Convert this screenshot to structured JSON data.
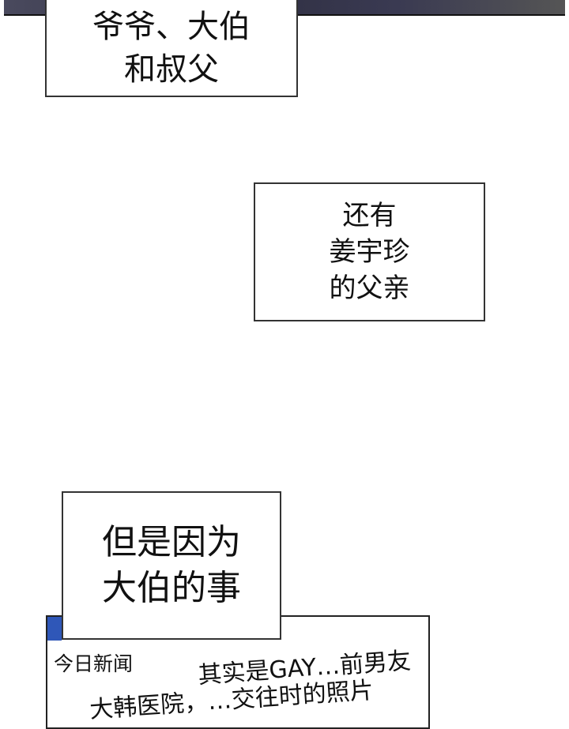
{
  "captions": {
    "top": [
      "爷爷、大伯",
      "和叔父"
    ],
    "middle": [
      "还有",
      "姜宇珍",
      "的父亲"
    ],
    "bottom": [
      "但是因为",
      "大伯的事"
    ]
  },
  "news": {
    "label": "今日新闻",
    "headline_line1": "其实是GAY…前男友",
    "headline_line2": "大韩医院，…交往时的照片",
    "tab_color": "#2f57b8"
  }
}
